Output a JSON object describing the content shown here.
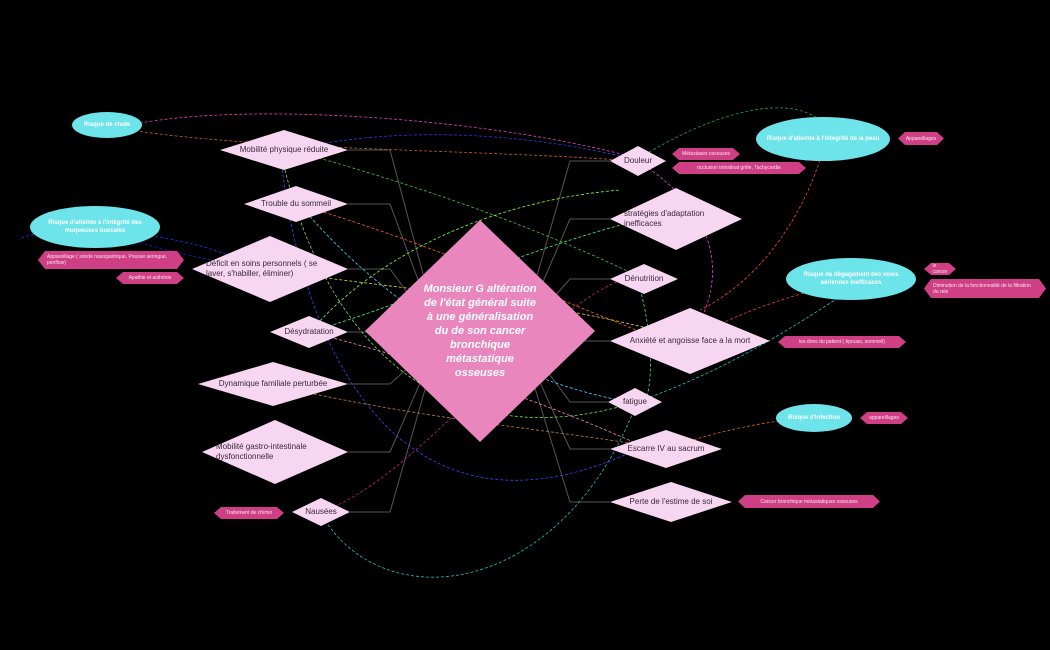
{
  "center": {
    "label": "Monsieur G\naltération de l'état général suite à une généralisation du de son cancer bronchique métastatique osseuses"
  },
  "left_problems": [
    "Mobilité physique réduite",
    "Trouble du sommeil",
    "Déficit en soins personnels ( se laver, s'habiller, éliminer)",
    "Désydratation",
    "Dynamique familiale perturbée",
    "Mobilité gastro-intestinale dysfonctionnelle",
    "Nausées"
  ],
  "right_problems": [
    "Douleur",
    "stratégies d'adaptation inefficaces",
    "Dénutrition",
    "Anxiété et angoisse face a la mort",
    "fatigue",
    "Escarre IV au sacrum",
    "Perte de l'estime de soi"
  ],
  "risks": [
    "Risque de chute",
    "Risque d'atteinte à l'intégrité des muqueuses buccales",
    "Risque d'atteinte à l'intégrité de la peau",
    "Risque de dégagement des voies aériennes inefficaces",
    "Risque d'infection"
  ],
  "factors": [
    "Appareillage ( sonde nasogastrique, Pousse seringue, penflow)",
    "Apathie et asthénie",
    "Métastases osseuses",
    "occlusion intestinal grêle, Tachycardie",
    "Appareillages",
    "le cancer",
    "Diminution de la fonctionnalité de la filtration du rein",
    "les dires du patient ( épouse, sommeil)",
    "appareillages",
    "Cancer bronchique métastatiques osseuses",
    "Traitement de chimio"
  ],
  "colors": {
    "background": "#000000",
    "center_fill": "#e986bd",
    "problem_fill": "#f6d6f0",
    "risk_fill": "#6de3ea",
    "factor_fill": "#cf3f86",
    "trunk_line": "#555555"
  }
}
